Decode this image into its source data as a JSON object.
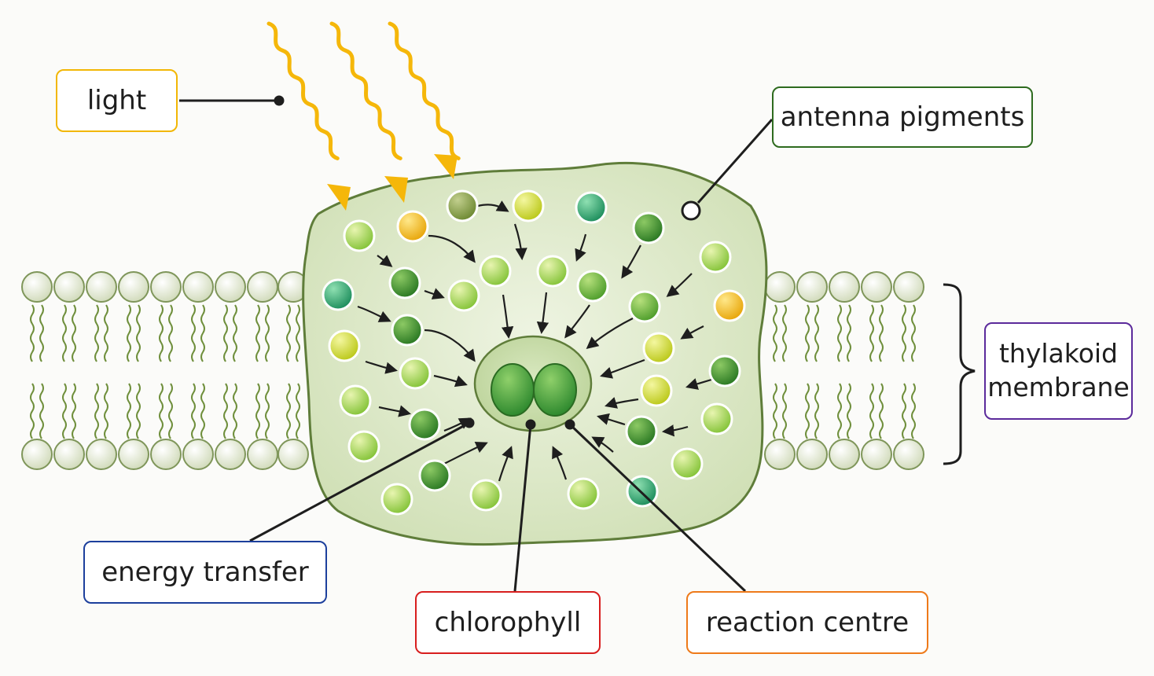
{
  "labels": {
    "light": "light",
    "antenna_pigments": "antenna pigments",
    "thylakoid_membrane": "thylakoid\nmembrane",
    "energy_transfer": "energy transfer",
    "chlorophyll": "chlorophyll",
    "reaction_centre": "reaction centre"
  },
  "colors": {
    "light": "#f2b705",
    "antenna_pigments": "#2e6b1f",
    "thylakoid_membrane": "#5b2a9b",
    "energy_transfer": "#1c3f9c",
    "chlorophyll": "#d81e1e",
    "reaction_centre": "#ee7a1a",
    "complex_fill": "#dce8c6",
    "membrane_head": "#e9eedd",
    "membrane_tail": "#6f8f3c"
  }
}
